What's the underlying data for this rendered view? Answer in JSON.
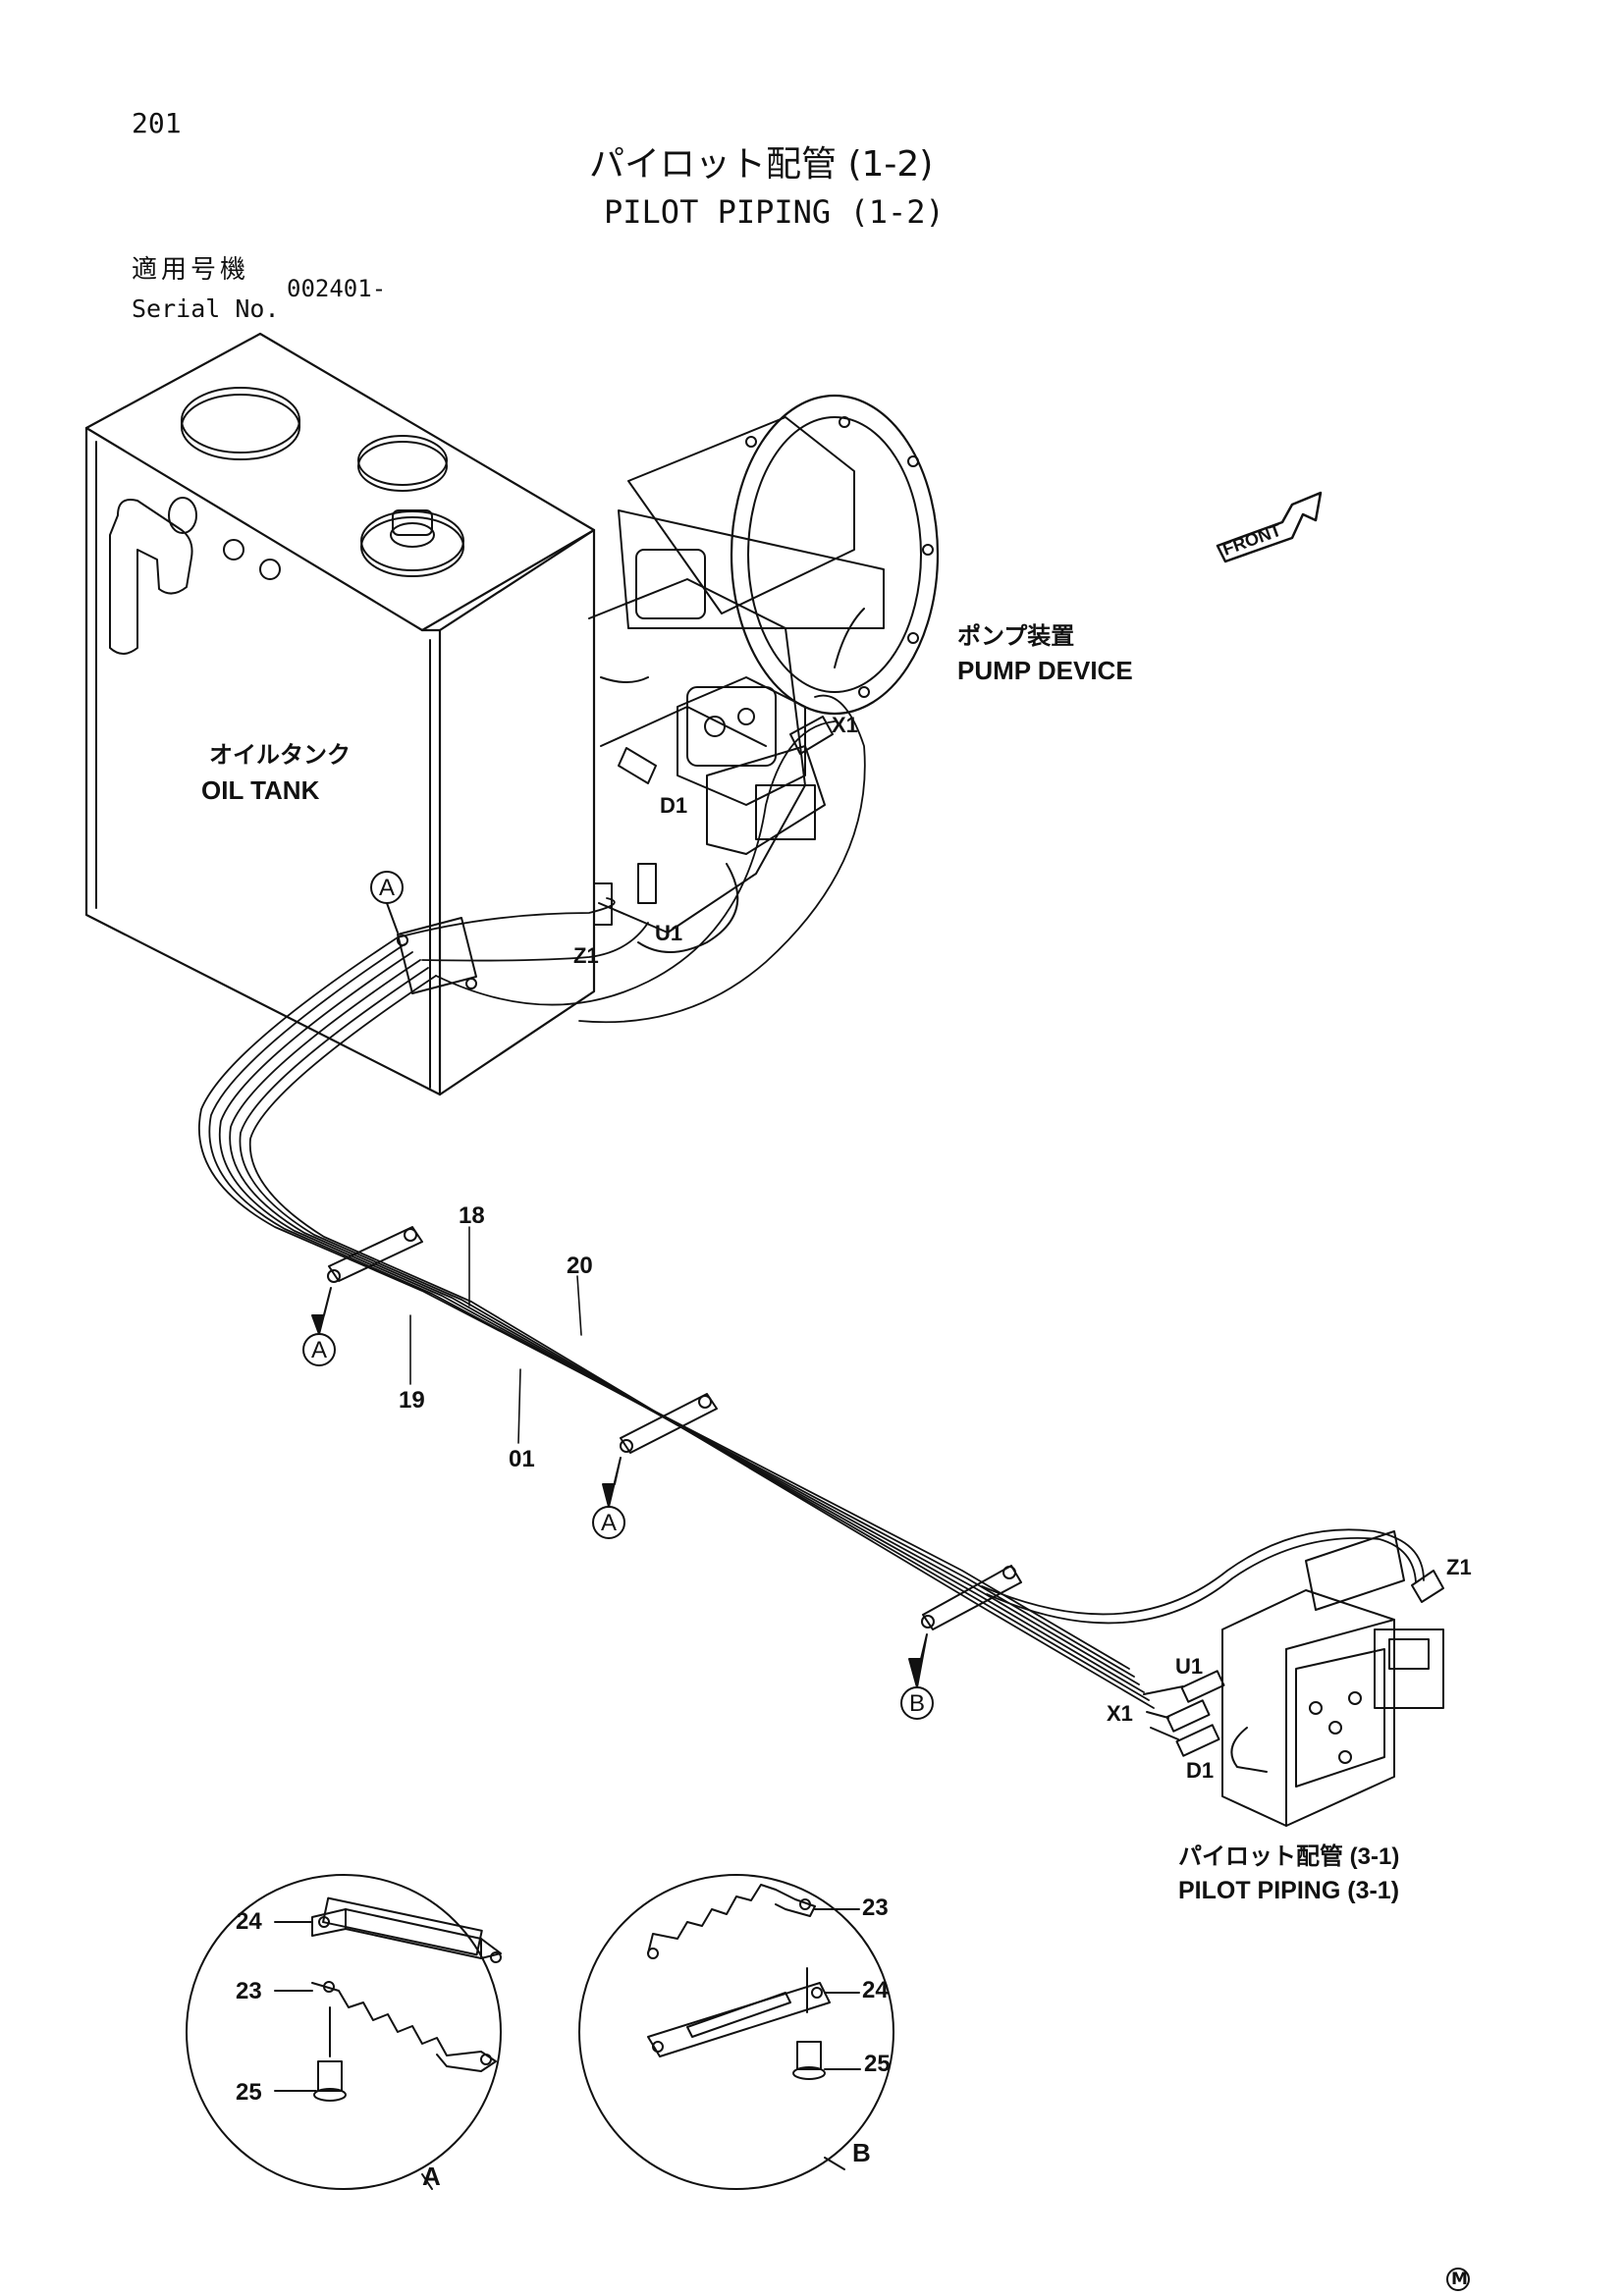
{
  "page_number": "201",
  "title_jp": "パイロット配管 (1-2)",
  "title_en": "PILOT PIPING (1-2)",
  "serial": {
    "label_jp": "適用号機",
    "label_en": "Serial No.",
    "value": "002401-"
  },
  "front_badge": "FRONT",
  "labels": {
    "pump_jp": "ポンプ装置",
    "pump_en": "PUMP DEVICE",
    "tank_jp": "オイルタンク",
    "tank_en": "OIL TANK",
    "ref_jp": "パイロット配管 (3-1)",
    "ref_en": "PILOT PIPING (3-1)"
  },
  "ports": {
    "pump": [
      "X1",
      "D1",
      "Z1",
      "U1"
    ],
    "valve": [
      "Z1",
      "U1",
      "X1",
      "D1"
    ]
  },
  "part_numbers": [
    "18",
    "20",
    "19",
    "01",
    "24",
    "23",
    "25",
    "23",
    "24",
    "25"
  ],
  "clamp_markers": [
    "A",
    "A",
    "A",
    "B"
  ],
  "detail_labels": [
    "A",
    "B"
  ],
  "mark": "M"
}
